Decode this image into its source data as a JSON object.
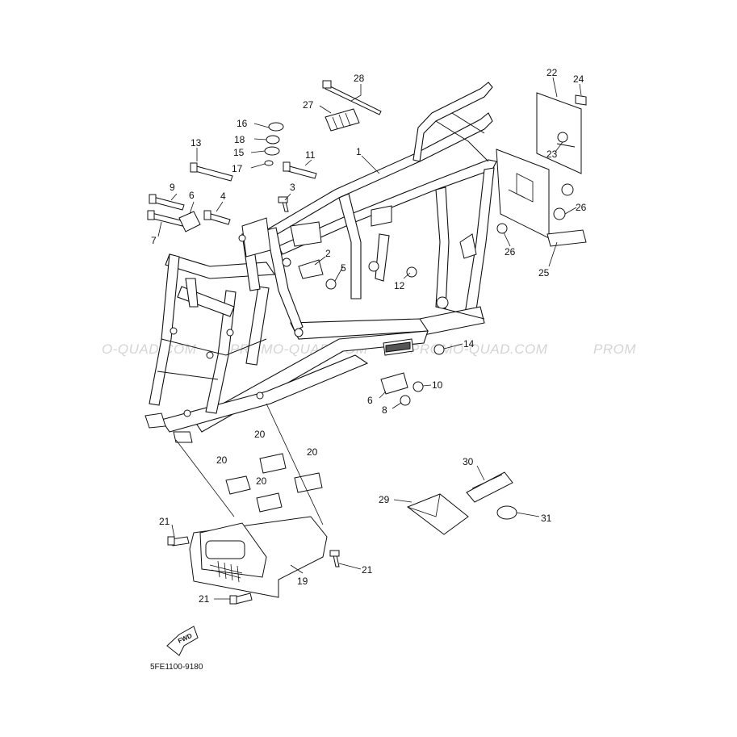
{
  "diagram": {
    "watermarks": [
      "O-QUAD.COM",
      "PROMO-QUAD.COM",
      "PROMO-QUAD.COM",
      "PROM"
    ],
    "part_code": "5FE1100-9180",
    "fwd_label": "FWD",
    "callouts": {
      "c1": "1",
      "c2": "2",
      "c3": "3",
      "c4": "4",
      "c5": "5",
      "c6a": "6",
      "c6b": "6",
      "c7": "7",
      "c8": "8",
      "c9": "9",
      "c10": "10",
      "c11": "11",
      "c12": "12",
      "c13": "13",
      "c14": "14",
      "c15": "15",
      "c16": "16",
      "c17": "17",
      "c18": "18",
      "c19": "19",
      "c20a": "20",
      "c20b": "20",
      "c20c": "20",
      "c20d": "20",
      "c21a": "21",
      "c21b": "21",
      "c21c": "21",
      "c22": "22",
      "c23": "23",
      "c24": "24",
      "c25": "25",
      "c26a": "26",
      "c26b": "26",
      "c27": "27",
      "c28": "28",
      "c29": "29",
      "c30": "30",
      "c31": "31"
    }
  }
}
